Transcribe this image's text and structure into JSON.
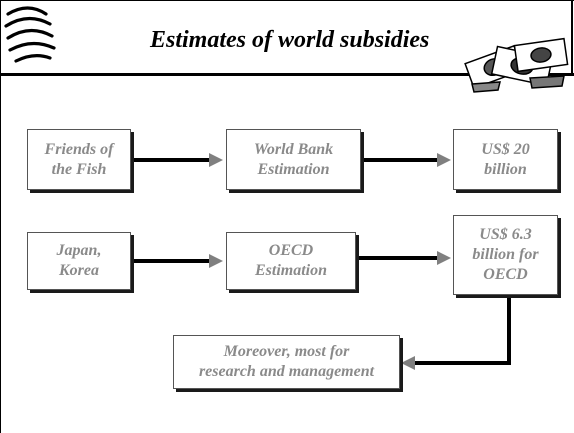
{
  "title": "Estimates of world subsidies",
  "boxes": {
    "friends_of_fish": "Friends of\nthe Fish",
    "world_bank": "World Bank\nEstimation",
    "us20": "US$ 20\nbillion",
    "japan_korea": "Japan,\nKorea",
    "oecd_estimation": "OECD\nEstimation",
    "us63": "US$ 6.3\nbillion for\nOECD",
    "moreover": "Moreover, most for\nresearch and management"
  },
  "icons": {
    "logo": "wto-globe-logo",
    "money": "dollar-bills-icon"
  }
}
